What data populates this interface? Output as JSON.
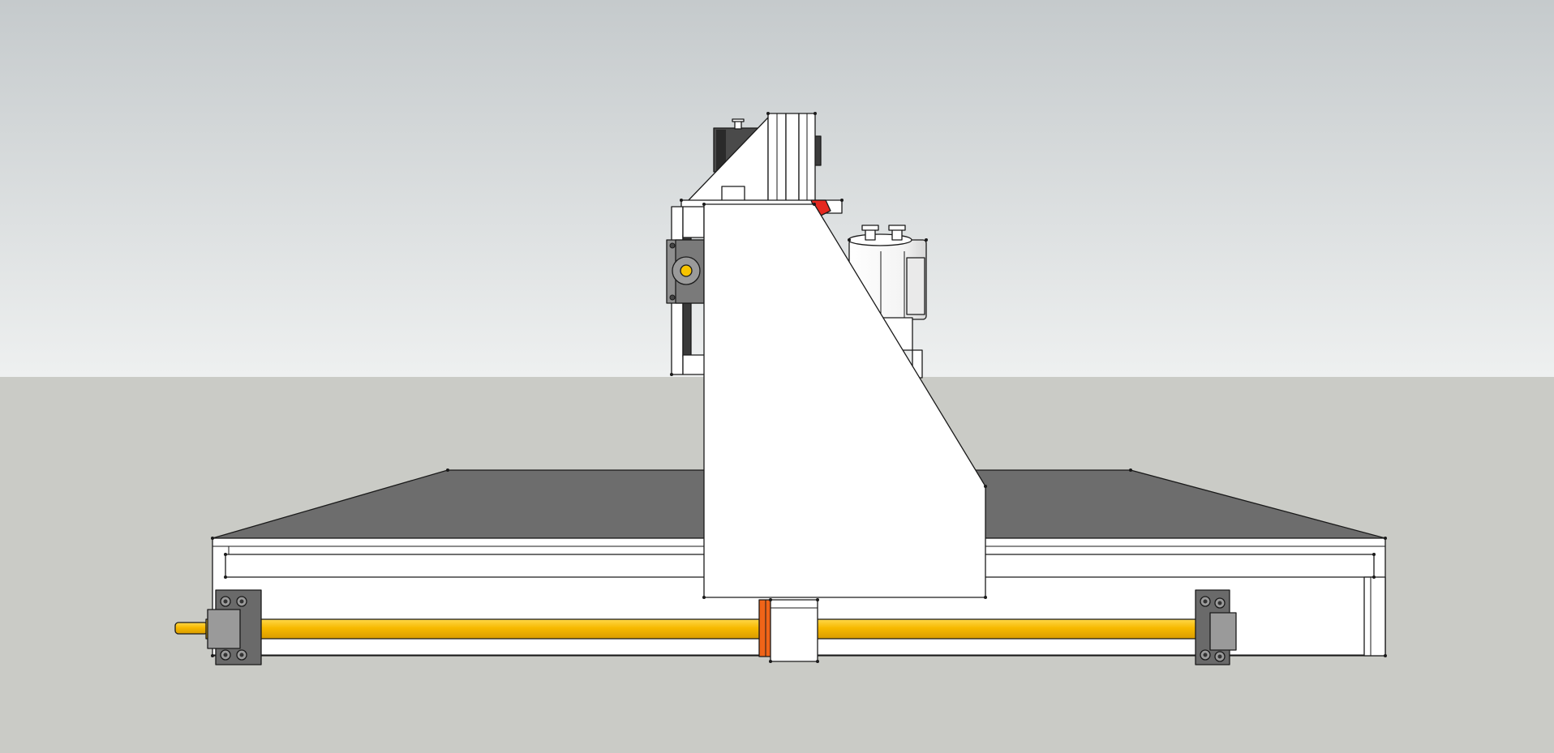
{
  "colors": {
    "sky_top": "#c5cacc",
    "sky_bottom": "#eef0f0",
    "ground": "#cacbc6",
    "bed_surface": "#6d6d6d",
    "frame": "#ffffff",
    "lead_screw": "#f5b800",
    "lead_screw_highlight": "#ffd84a",
    "bearing_block": "#8f8f8f",
    "nut_orange": "#f06418",
    "accent_red": "#e5281f",
    "gear_yellow": "#f8c400"
  },
  "components": [
    {
      "name": "gantry-side-plate",
      "icon": "gantry-plate-shape"
    },
    {
      "name": "machine-bed",
      "icon": "table-surface"
    },
    {
      "name": "x-axis-lead-screw",
      "icon": "screw-rod"
    },
    {
      "name": "ball-nut",
      "icon": "nut-block"
    },
    {
      "name": "z-axis-assembly",
      "icon": "z-carriage"
    },
    {
      "name": "spindle-motor",
      "icon": "spindle-cylinder"
    },
    {
      "name": "stepper-motor",
      "icon": "stepper-block"
    }
  ]
}
